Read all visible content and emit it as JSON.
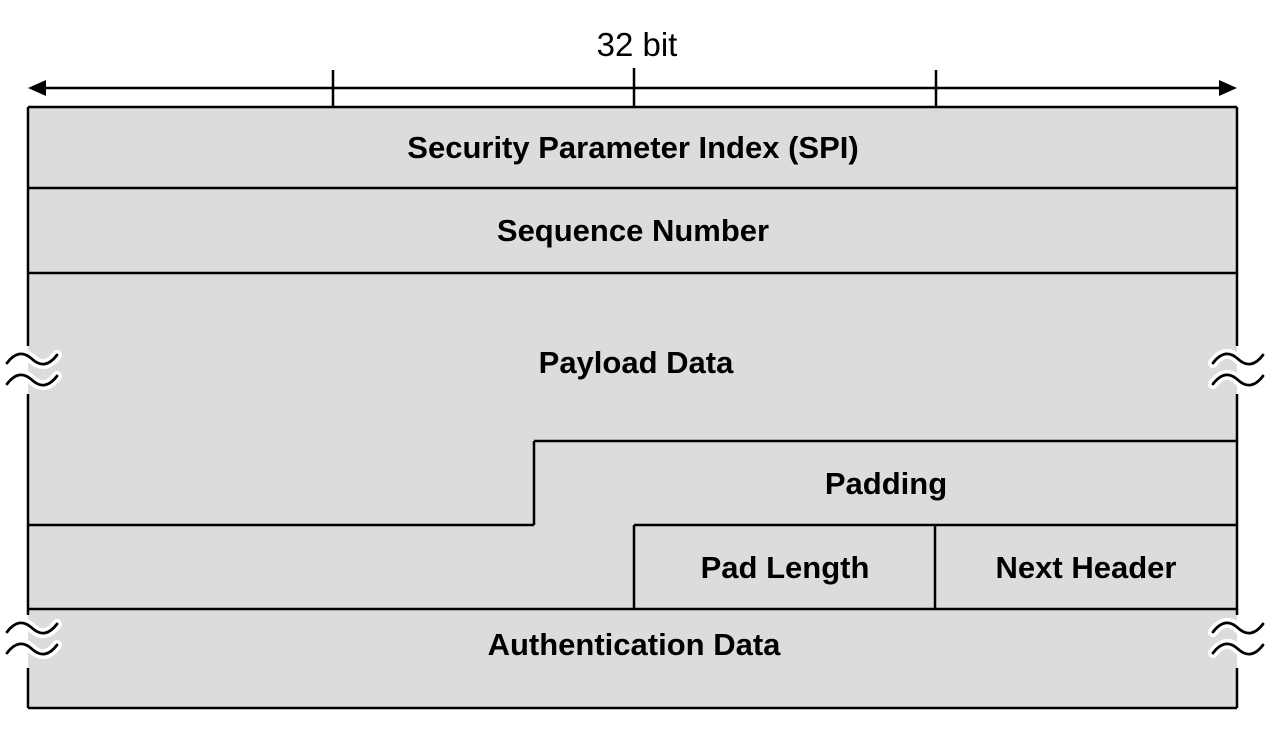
{
  "diagram": {
    "scale": {
      "label": "32 bit"
    },
    "fields": {
      "spi": {
        "label": "Security Parameter Index (SPI)"
      },
      "sequence_number": {
        "label": "Sequence Number"
      },
      "payload_data": {
        "label": "Payload Data"
      },
      "padding": {
        "label": "Padding"
      },
      "pad_length": {
        "label": "Pad Length"
      },
      "next_header": {
        "label": "Next Header"
      },
      "authentication_data": {
        "label": "Authentication Data"
      }
    },
    "colors": {
      "cell_fill": "#dcdcdc",
      "line": "#000000",
      "text": "#000000",
      "page_background": "#ffffff"
    }
  }
}
